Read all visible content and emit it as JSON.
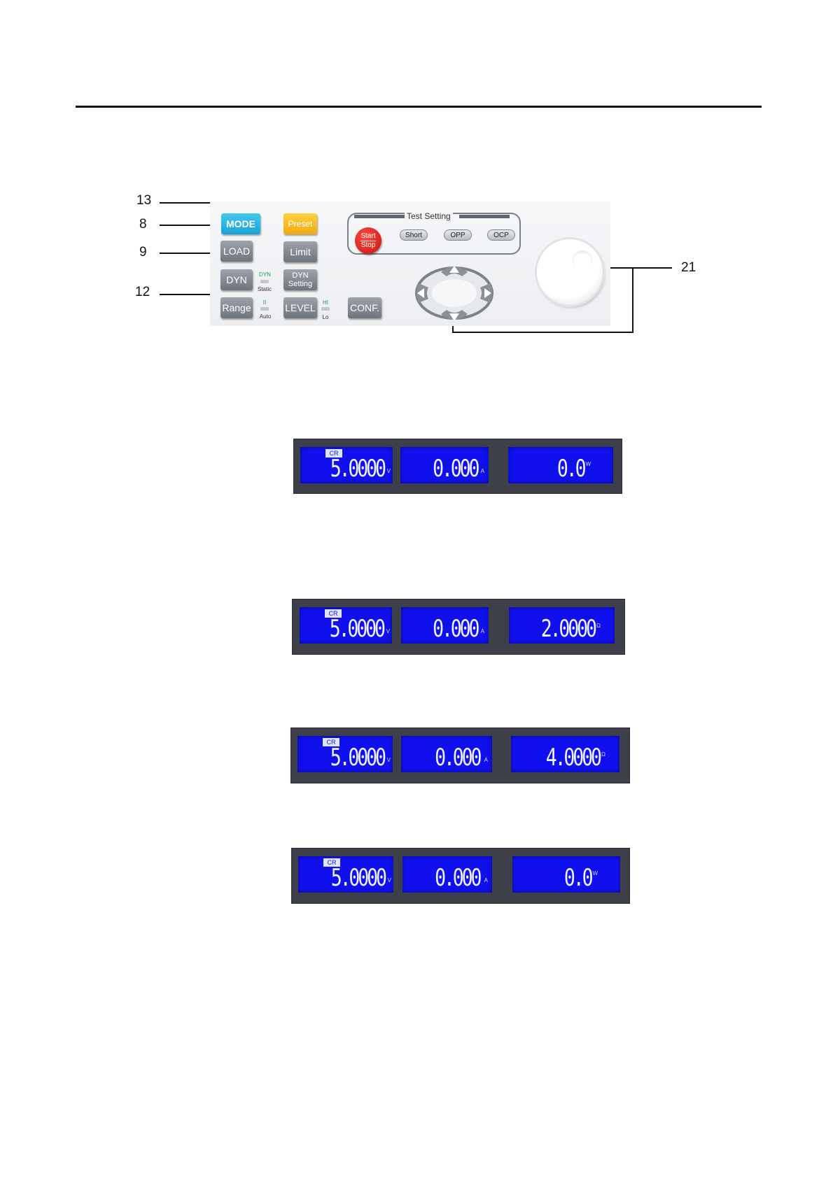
{
  "panel": {
    "callouts": {
      "c13": "13",
      "c8": "8",
      "c9": "9",
      "c12": "12",
      "c21": "21"
    },
    "keys": {
      "mode": "MODE",
      "preset": "Preset",
      "load": "LOAD",
      "limit": "Limit",
      "dyn": "DYN",
      "dyn_setting_1": "DYN",
      "dyn_setting_2": "Setting",
      "range": "Range",
      "level": "LEVEL",
      "conf": "CONF."
    },
    "indicators": {
      "dyn": "DYN",
      "static": "Static",
      "ii": "II",
      "auto": "Auto",
      "hi": "HI",
      "lo": "Lo"
    },
    "test_setting": {
      "title": "Test Setting",
      "start": "Start",
      "stop": "Stop",
      "short": "Short",
      "opp": "OPP",
      "ocp": "OCP"
    }
  },
  "displays": [
    {
      "mode": "CR",
      "voltage": "5.0000",
      "voltage_unit": "V",
      "current": "0.000",
      "current_unit": "A",
      "third": "0.0",
      "third_unit": "W"
    },
    {
      "mode": "CR",
      "voltage": "5.0000",
      "voltage_unit": "V",
      "current": "0.000",
      "current_unit": "A",
      "third": "2.0000",
      "third_unit": "Ω"
    },
    {
      "mode": "CR",
      "voltage": "5.0000",
      "voltage_unit": "V",
      "current": "0.000",
      "current_unit": "A",
      "third": "4.0000",
      "third_unit": "Ω"
    },
    {
      "mode": "CR",
      "voltage": "5.0000",
      "voltage_unit": "V",
      "current": "0.000",
      "current_unit": "A",
      "third": "0.0",
      "third_unit": "W"
    }
  ]
}
